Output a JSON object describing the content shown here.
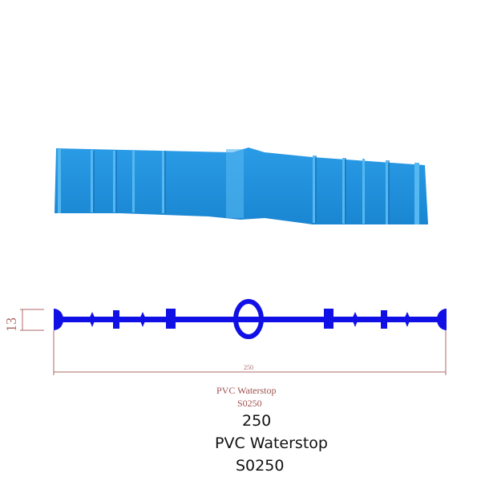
{
  "product_photo": {
    "alt": "Blue PVC waterstop strip photo",
    "color": "#1e8fdc"
  },
  "diagram": {
    "profile_color": "#1010e6",
    "dimension_color": "#b06a6a",
    "height_dimension": "13",
    "width_dimension": "250",
    "drawing_caption_line1": "PVC Waterstop",
    "drawing_caption_line2": "S0250"
  },
  "captions": {
    "width": "250",
    "name": "PVC Waterstop",
    "code": "S0250"
  }
}
